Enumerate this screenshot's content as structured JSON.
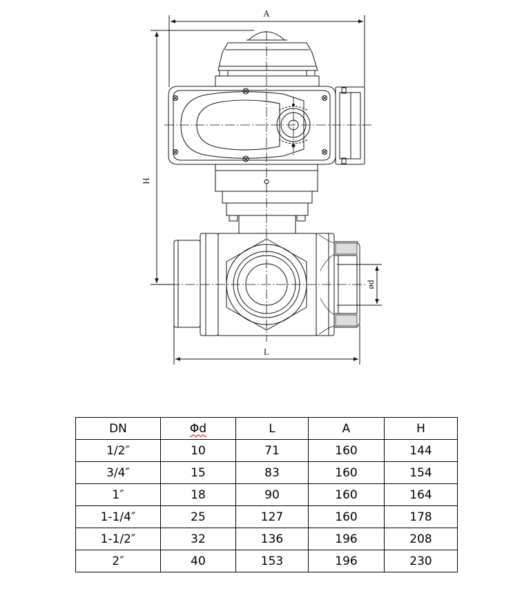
{
  "dimension_labels": {
    "A": "A",
    "H": "H",
    "L": "L",
    "d": "ød"
  },
  "table": {
    "headers": [
      "DN",
      "Φd",
      "L",
      "A",
      "H"
    ],
    "rows": [
      [
        "1/2″",
        "10",
        "71",
        "160",
        "144"
      ],
      [
        "3/4″",
        "15",
        "83",
        "160",
        "154"
      ],
      [
        "1″",
        "18",
        "90",
        "160",
        "164"
      ],
      [
        "1-1/4″",
        "25",
        "127",
        "160",
        "178"
      ],
      [
        "1-1/2″",
        "32",
        "136",
        "196",
        "208"
      ],
      [
        "2″",
        "40",
        "153",
        "196",
        "230"
      ]
    ]
  }
}
